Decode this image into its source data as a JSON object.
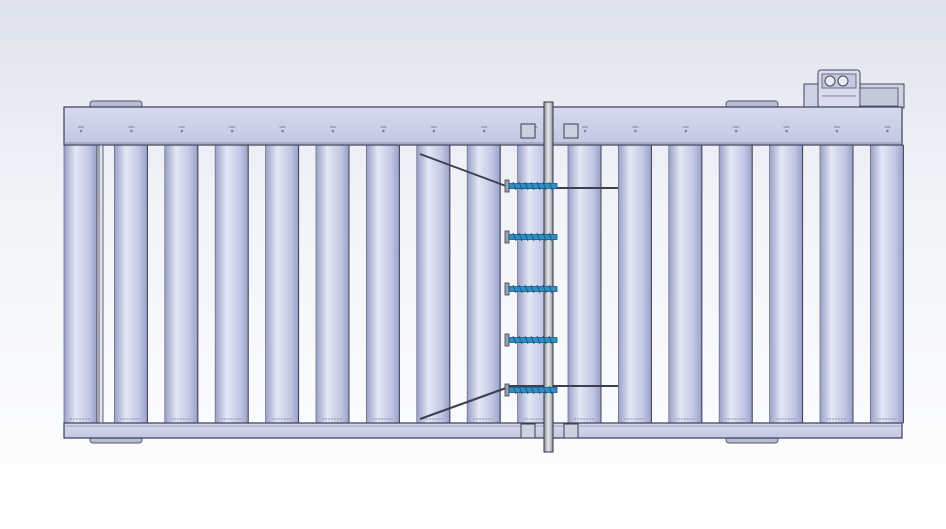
{
  "viewport": {
    "background_top": "#dfe3ec",
    "background_bottom": "#ffffff"
  },
  "model": {
    "view": "top",
    "roller_count": 17,
    "bracket_count": 5,
    "colors": {
      "frame": "#c9cde6",
      "frame_edge": "#3a3d55",
      "roller_light": "#e4e7f5",
      "roller_mid": "#c2c7e4",
      "roller_dark": "#9aa0c6",
      "shaft": "#b8bcc9",
      "bolt": "#2f8fc4",
      "bolt_dark": "#155b86",
      "motor": "#d4d7e8"
    }
  }
}
